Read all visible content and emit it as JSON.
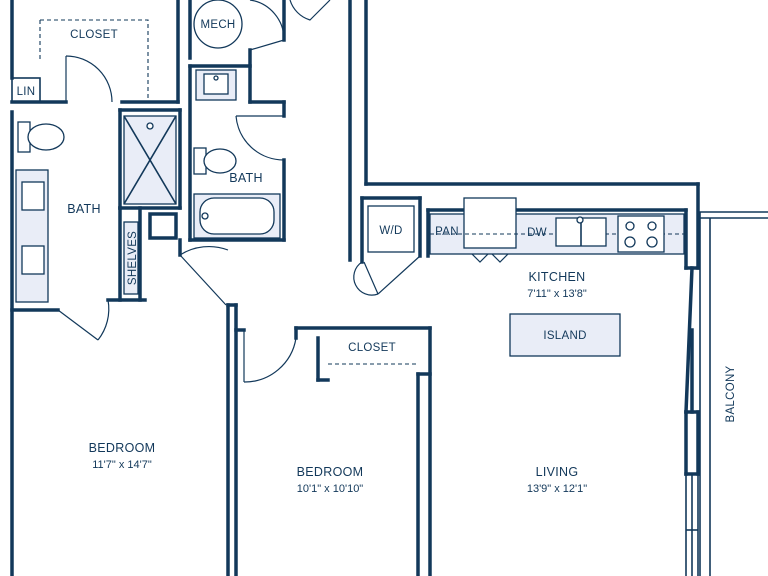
{
  "rooms": {
    "closet_top": "CLOSET",
    "lin": "LIN",
    "mech": "MECH",
    "bath_left": "BATH",
    "bath_right": "BATH",
    "shelves": "SHELVES",
    "wd": "W/D",
    "pan": "PAN",
    "dw": "DW",
    "kitchen": "KITCHEN",
    "kitchen_dim": "7'11\" x 13'8\"",
    "island": "ISLAND",
    "closet_mid": "CLOSET",
    "bedroom_left": "BEDROOM",
    "bedroom_left_dim": "11'7\" x 14'7\"",
    "bedroom_mid": "BEDROOM",
    "bedroom_mid_dim": "10'1\" x 10'10\"",
    "living": "LIVING",
    "living_dim": "13'9\" x 12'1\"",
    "balcony": "BALCONY"
  },
  "colors": {
    "wall": "#12385a",
    "fixture_fill": "#e9edf7",
    "background": "#ffffff"
  }
}
